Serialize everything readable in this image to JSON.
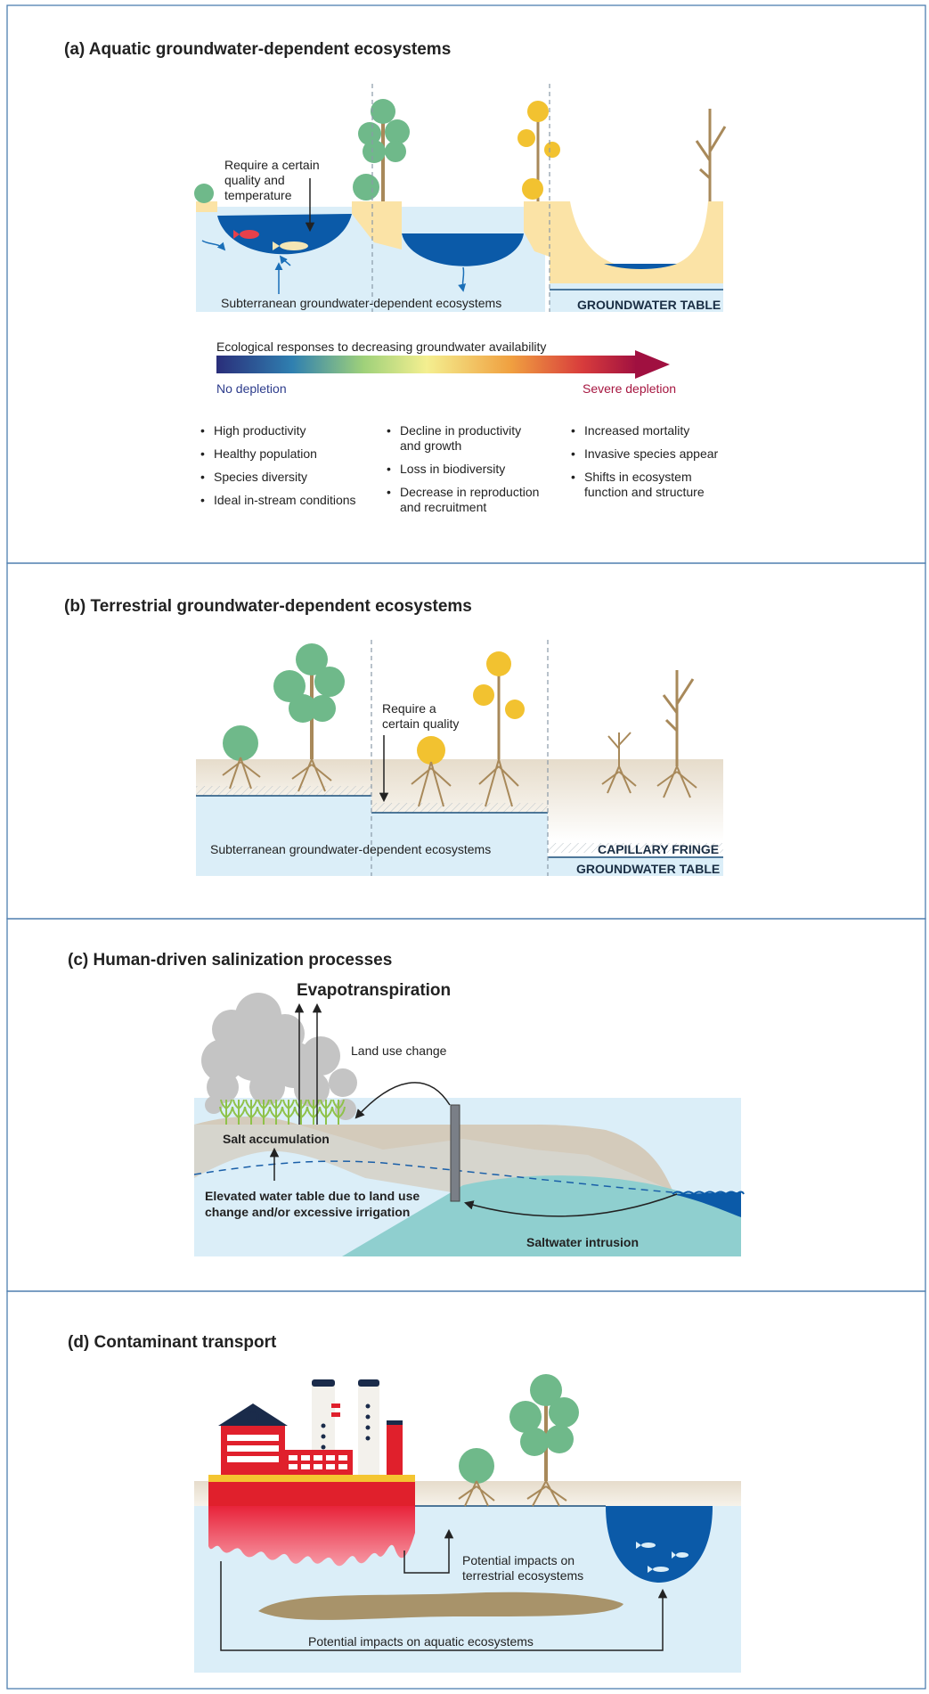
{
  "panels": {
    "a": {
      "title": "(a) Aquatic groundwater-dependent ecosystems",
      "requirement_lines": [
        "Require a certain",
        "quality and",
        "temperature"
      ],
      "subterranean_label": "Subterranean groundwater-dependent ecosystems",
      "groundwater_table": "GROUNDWATER TABLE",
      "gradient_title": "Ecological responses to decreasing groundwater availability",
      "no_depletion": "No depletion",
      "severe_depletion": "Severe depletion",
      "columns": [
        [
          "High productivity",
          "Healthy population",
          "Species diversity",
          "Ideal in-stream conditions"
        ],
        [
          "Decline in productivity\nand growth",
          "Loss in biodiversity",
          "Decrease in reproduction\nand recruitment"
        ],
        [
          "Increased mortality",
          "Invasive species appear",
          "Shifts in ecosystem\nfunction and structure"
        ]
      ]
    },
    "b": {
      "title": "(b) Terrestrial groundwater-dependent ecosystems",
      "requirement_lines": [
        "Require a",
        "certain quality"
      ],
      "subterranean_label": "Subterranean groundwater-dependent ecosystems",
      "capillary_fringe": "CAPILLARY FRINGE",
      "groundwater_table": "GROUNDWATER TABLE"
    },
    "c": {
      "title": "(c) Human-driven salinization processes",
      "evapotranspiration": "Evapotranspiration",
      "land_use_change": "Land use change",
      "salt_accumulation": "Salt accumulation",
      "elevated_lines": [
        "Elevated water table due to land use",
        "change and/or excessive irrigation"
      ],
      "saltwater_intrusion": "Saltwater intrusion"
    },
    "d": {
      "title": "(d) Contaminant transport",
      "terrestrial_lines": [
        "Potential impacts on",
        "terrestrial ecosystems"
      ],
      "aquatic_impacts": "Potential impacts on aquatic ecosystems"
    }
  },
  "colors": {
    "panel_border": "#4f7fb0",
    "water_light": "#dbeef8",
    "water_dark": "#0b5aa8",
    "sand": "#fbe3a6",
    "soil": "#e9dfcc",
    "tree_green": "#6fb98a",
    "tree_yellow": "#f2c230",
    "trunk": "#a8895a",
    "saltwater": "#8fcfcf",
    "land_tan": "#d4cbbb",
    "factory_red": "#e0202c",
    "contaminant_pink": "#f06a7a",
    "plume": "#a8936a",
    "no_depletion_color": "#2d3c8c",
    "severe_depletion_color": "#a61640"
  }
}
